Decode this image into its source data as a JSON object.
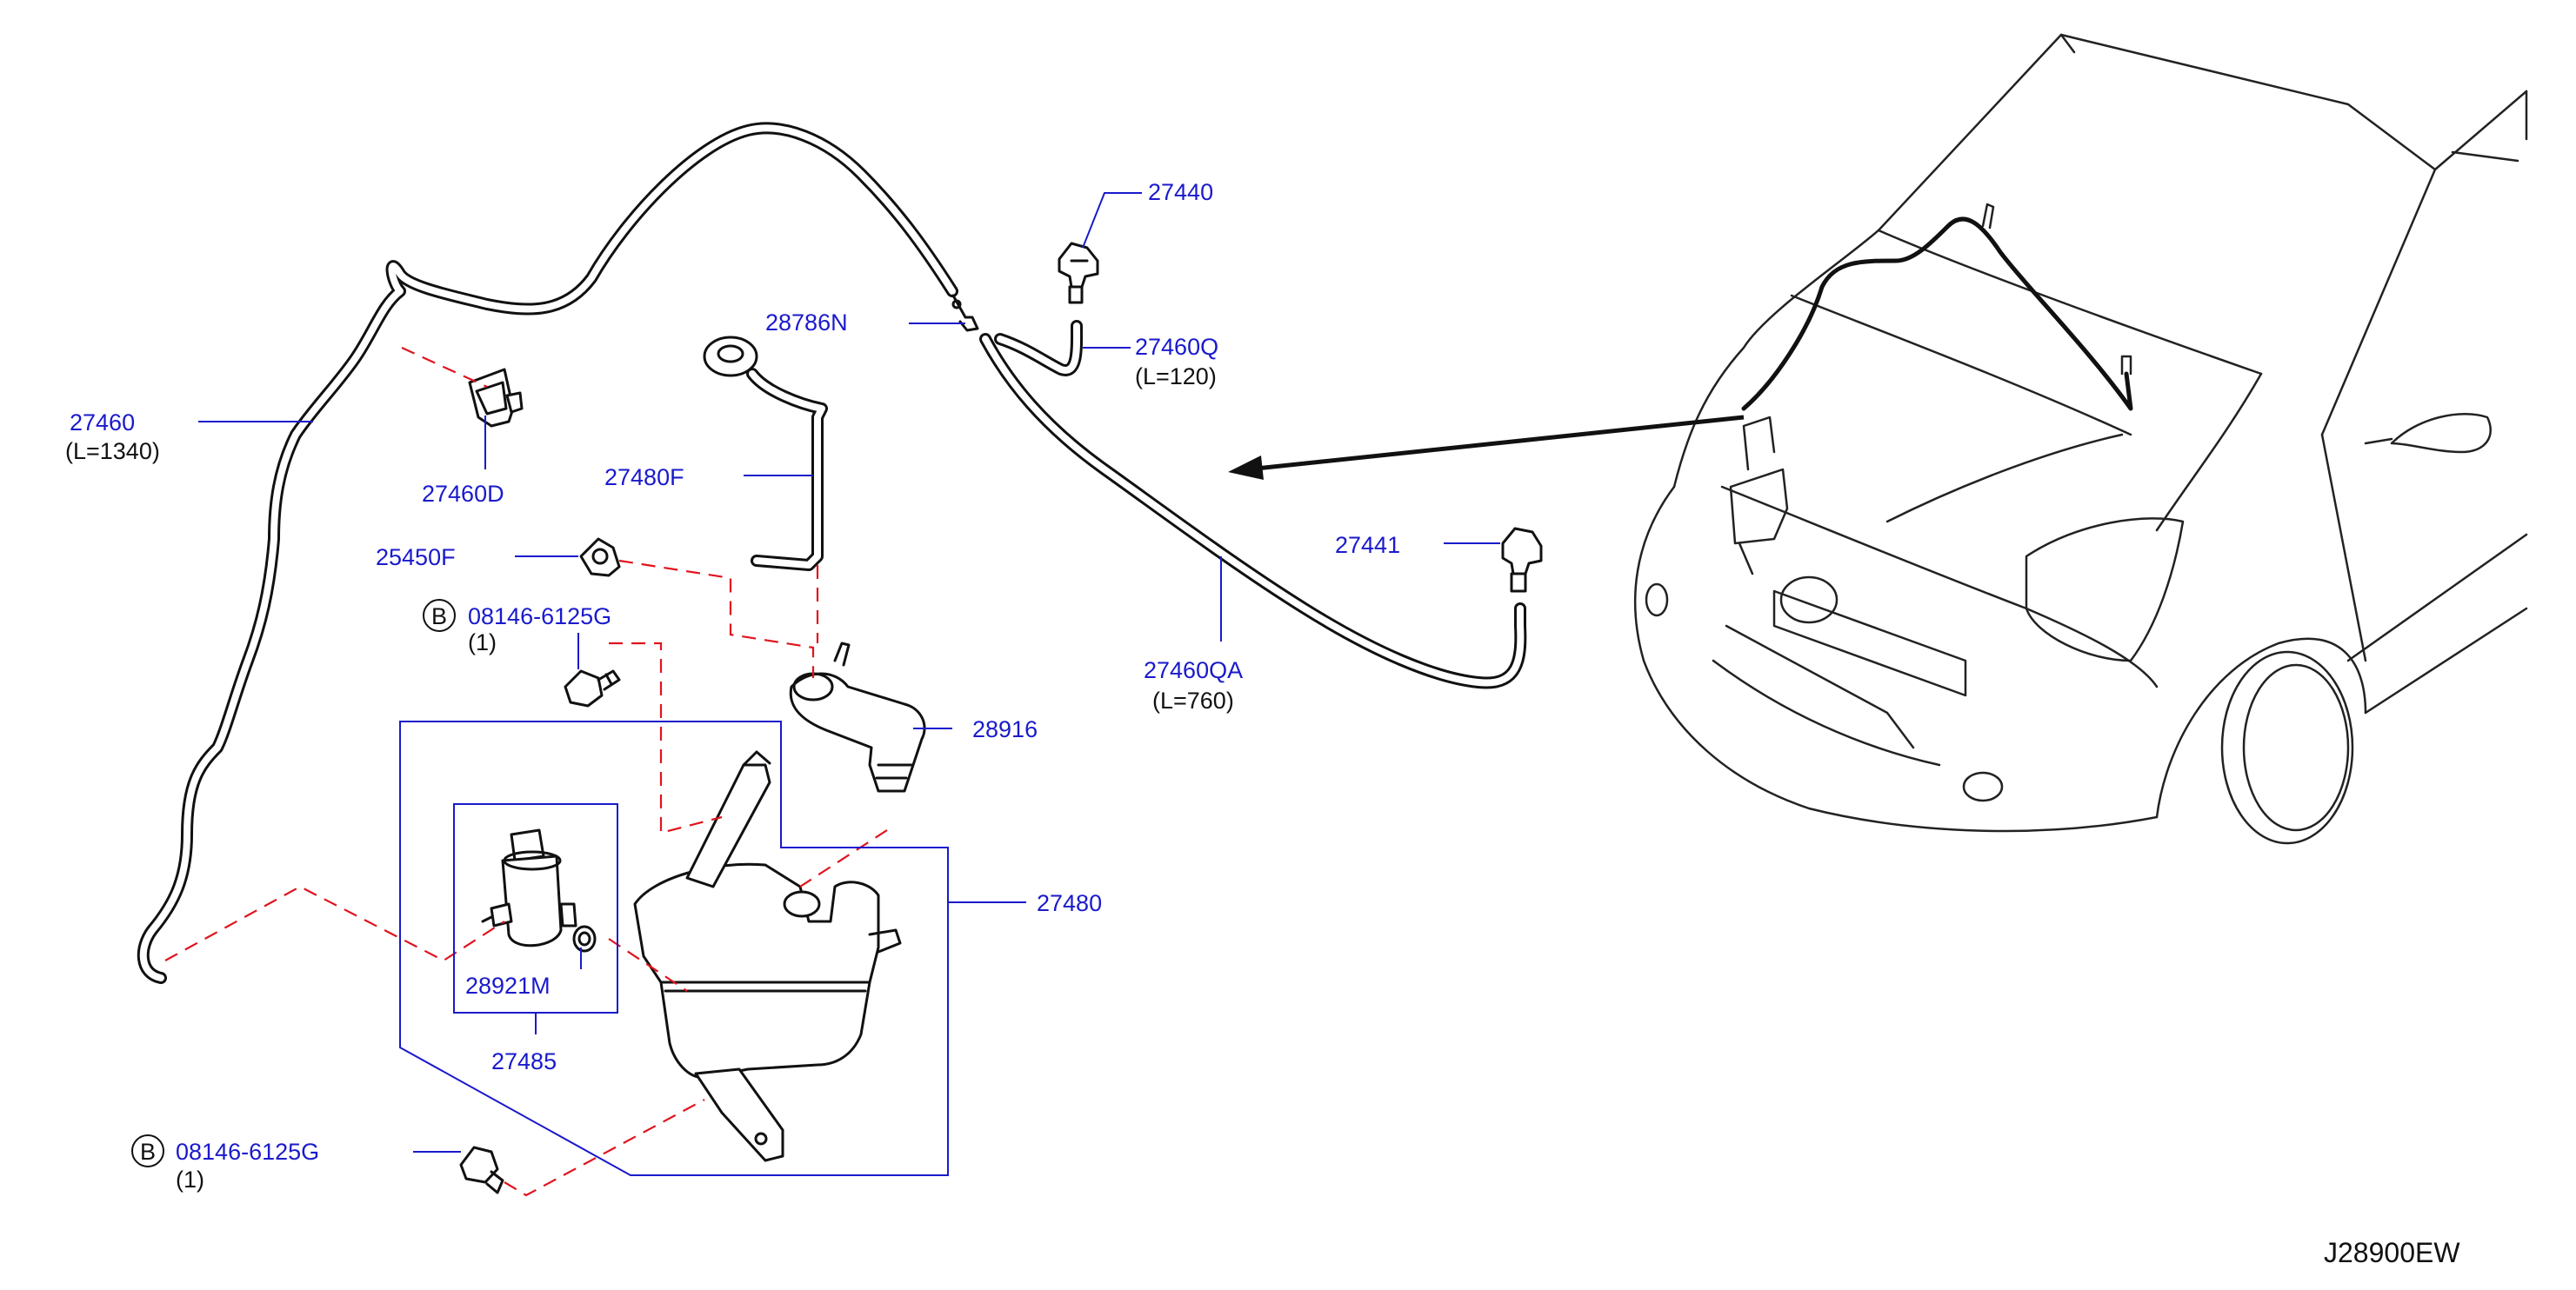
{
  "diagram": {
    "reference_code": "J28900EW",
    "bolt_symbol": "B",
    "parts": [
      {
        "id": "p27440",
        "number": "27440"
      },
      {
        "id": "p28786N",
        "number": "28786N"
      },
      {
        "id": "p27460Q",
        "number": "27460Q",
        "length": "(L=120)"
      },
      {
        "id": "p27460",
        "number": "27460",
        "length": "(L=1340)"
      },
      {
        "id": "p27460D",
        "number": "27460D"
      },
      {
        "id": "p27480F",
        "number": "27480F"
      },
      {
        "id": "p25450F",
        "number": "25450F"
      },
      {
        "id": "p08146a",
        "number": "08146-6125G",
        "qty": "(1)"
      },
      {
        "id": "p27441",
        "number": "27441"
      },
      {
        "id": "p27460QA",
        "number": "27460QA",
        "length": "(L=760)"
      },
      {
        "id": "p28916",
        "number": "28916"
      },
      {
        "id": "p27480",
        "number": "27480"
      },
      {
        "id": "p28921M",
        "number": "28921M"
      },
      {
        "id": "p27485",
        "number": "27485"
      },
      {
        "id": "p08146b",
        "number": "08146-6125G",
        "qty": "(1)"
      }
    ]
  }
}
